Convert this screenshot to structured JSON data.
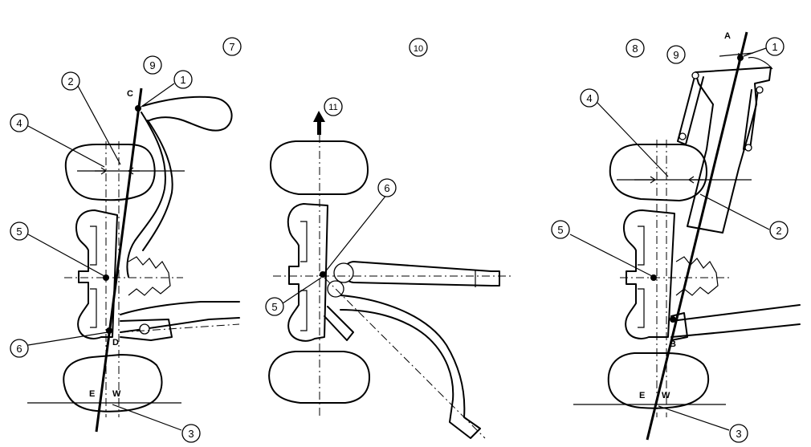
{
  "markers": {
    "m1": "1",
    "m2": "2",
    "m3": "3",
    "m4": "4",
    "m5": "5",
    "m6": "6",
    "m7": "7",
    "m8": "8",
    "m9": "9",
    "m10": "10",
    "m11": "11"
  },
  "letters": {
    "a": "A",
    "b": "B",
    "c": "C",
    "d": "D",
    "e": "E",
    "w": "W"
  }
}
